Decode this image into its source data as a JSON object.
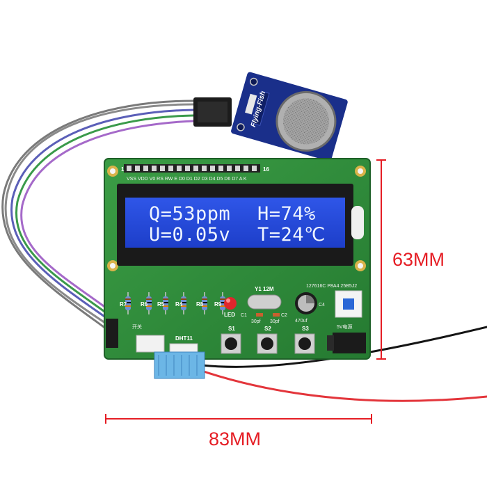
{
  "lcd": {
    "line1_left": "Q=53ppm",
    "line1_right": "H=74%",
    "line2_left": "U=0.05v",
    "line2_right": "T=24℃"
  },
  "dimensions": {
    "height_label": "63MM",
    "width_label": "83MM",
    "color": "#e51d24"
  },
  "sensor_module": {
    "brand": "Flying-Fish"
  },
  "pcb": {
    "header_pin_first": "1",
    "header_pin_last": "16",
    "header_labels": "VSS VDD V0 RS RW E D0 D1 D2 D3 D4 D5 D6 D7 A K",
    "resistors": [
      "R7",
      "R6",
      "R5",
      "R4",
      "R8",
      "R9"
    ],
    "led_label": "LED",
    "crystal_label": "Y1 12M",
    "cap_labels": [
      "C1",
      "C2",
      "C4"
    ],
    "cap_values": [
      "30pf",
      "30pf",
      "470uf"
    ],
    "ic_text": "127616C P8A4 25B5J2",
    "buttons": [
      "S1",
      "S2",
      "S3"
    ],
    "sensor_label": "DHT11",
    "power_label": "5V电源",
    "switch_label": "开关"
  },
  "colors": {
    "pcb_green": "#2f8f3a",
    "lcd_blue": "#2447d6",
    "sensor_board_blue": "#1a2f8a"
  }
}
